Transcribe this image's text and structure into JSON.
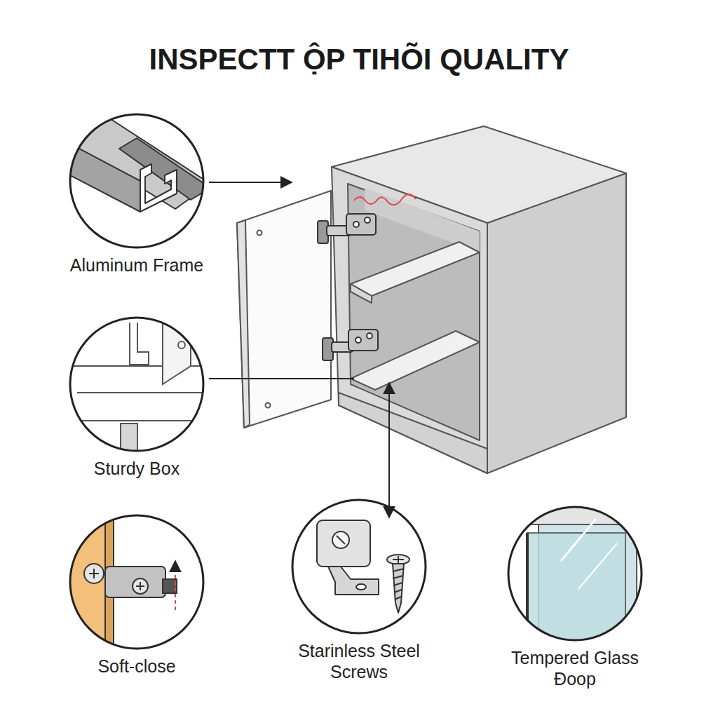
{
  "diagram": {
    "title": "INSPECTT ỘP TIHÕI QUALITY",
    "nodes": [
      {
        "text": [
          "Aluminum Frame"
        ]
      },
      {
        "text": [
          "Sturdy Box"
        ]
      },
      {
        "text": [
          "Soft-close"
        ]
      },
      {
        "text": [
          "Starinless Steel Screws"
        ]
      },
      {
        "text": [
          "Tempered Glass Đoop"
        ]
      }
    ]
  }
}
